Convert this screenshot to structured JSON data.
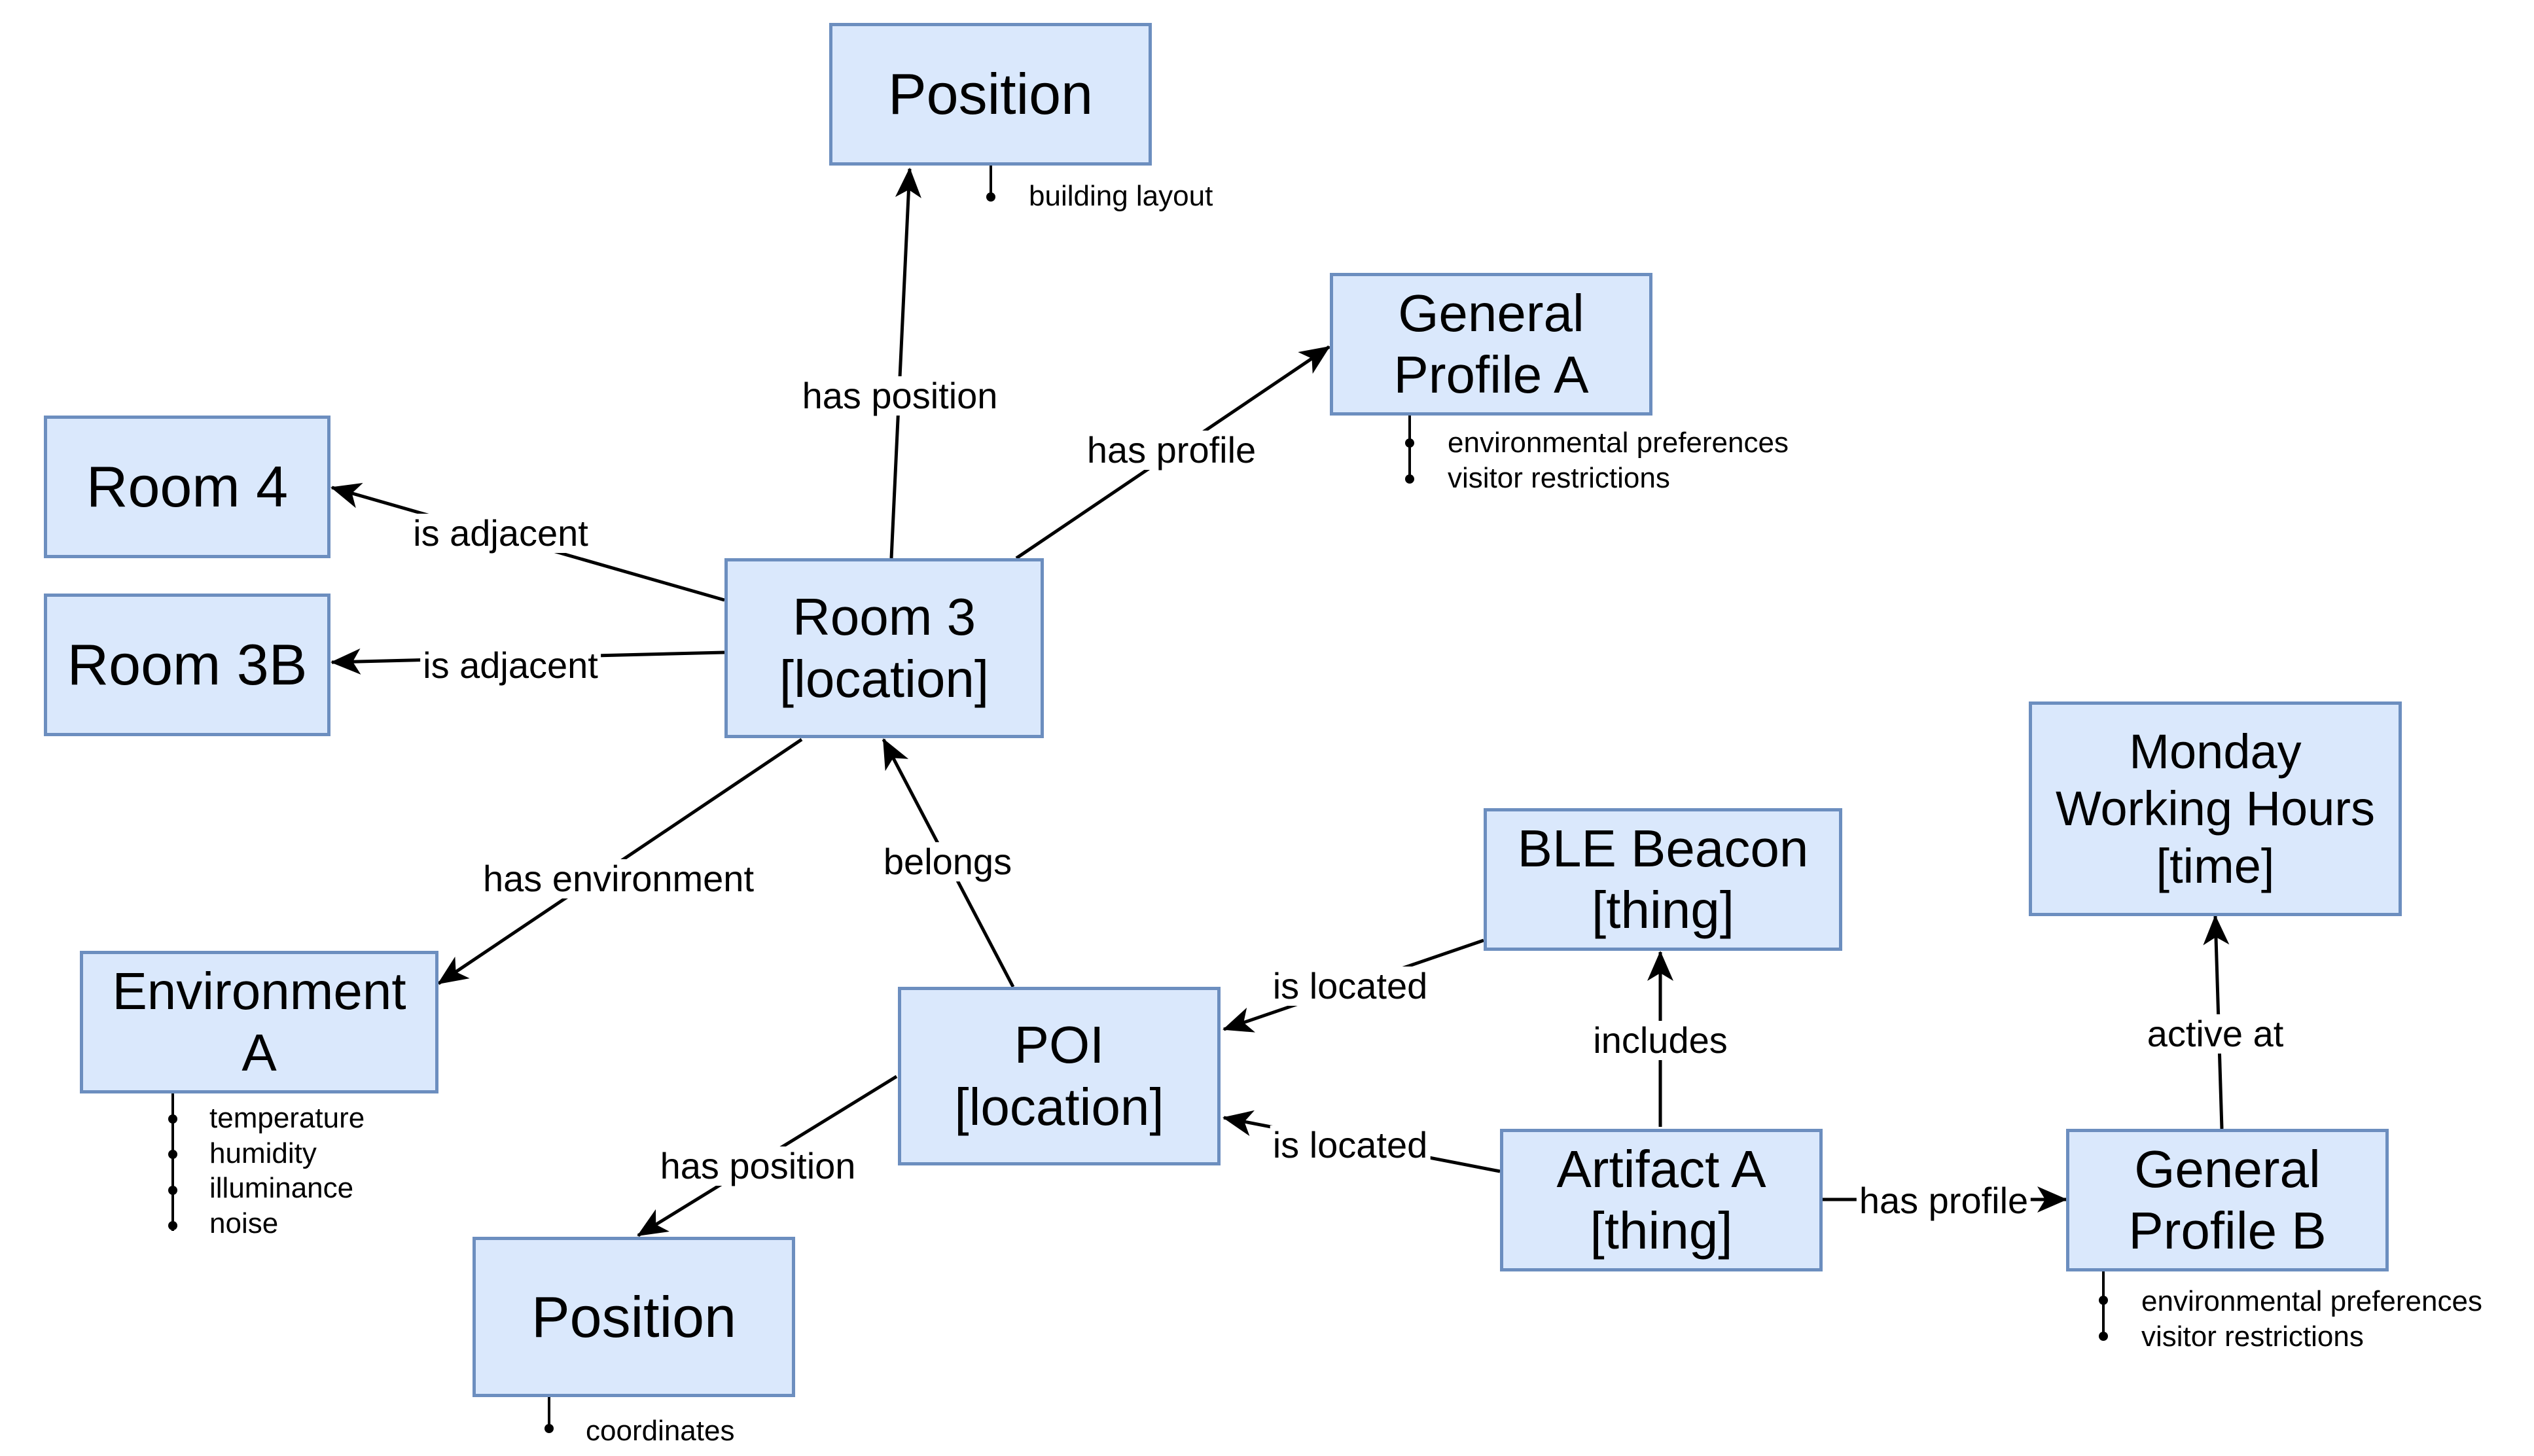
{
  "nodes": {
    "position_top": {
      "lines": [
        "Position"
      ],
      "attributes": [
        "building layout"
      ]
    },
    "general_profile_a": {
      "lines": [
        "General",
        "Profile A"
      ],
      "attributes": [
        "environmental preferences",
        "visitor restrictions"
      ]
    },
    "room4": {
      "lines": [
        "Room 4"
      ]
    },
    "room3b": {
      "lines": [
        "Room 3B"
      ]
    },
    "room3": {
      "lines": [
        "Room 3",
        "[location]"
      ]
    },
    "environment_a": {
      "lines": [
        "Environment",
        "A"
      ],
      "attributes": [
        "temperature",
        "humidity",
        "illuminance",
        "noise"
      ]
    },
    "poi": {
      "lines": [
        "POI",
        "[location]"
      ]
    },
    "position_bottom": {
      "lines": [
        "Position"
      ],
      "attributes": [
        "coordinates"
      ]
    },
    "ble_beacon": {
      "lines": [
        "BLE Beacon",
        "[thing]"
      ]
    },
    "artifact_a": {
      "lines": [
        "Artifact A",
        "[thing]"
      ]
    },
    "monday_hours": {
      "lines": [
        "Monday",
        "Working Hours",
        "[time]"
      ]
    },
    "general_profile_b": {
      "lines": [
        "General",
        "Profile B"
      ],
      "attributes": [
        "environmental preferences",
        "visitor restrictions"
      ]
    }
  },
  "edges": {
    "room3_position": "has position",
    "room3_profile_a": "has profile",
    "room3_room4": "is adjacent",
    "room3_room3b": "is adjacent",
    "room3_environment": "has environment",
    "poi_room3": "belongs",
    "poi_position": "has position",
    "ble_poi": "is located",
    "artifact_poi": "is located",
    "artifact_ble": "includes",
    "artifact_profile_b": "has profile",
    "profile_b_monday": "active at"
  },
  "colors": {
    "node_fill": "#dae8fc",
    "node_stroke": "#6c8ebf",
    "edge": "#000000"
  }
}
